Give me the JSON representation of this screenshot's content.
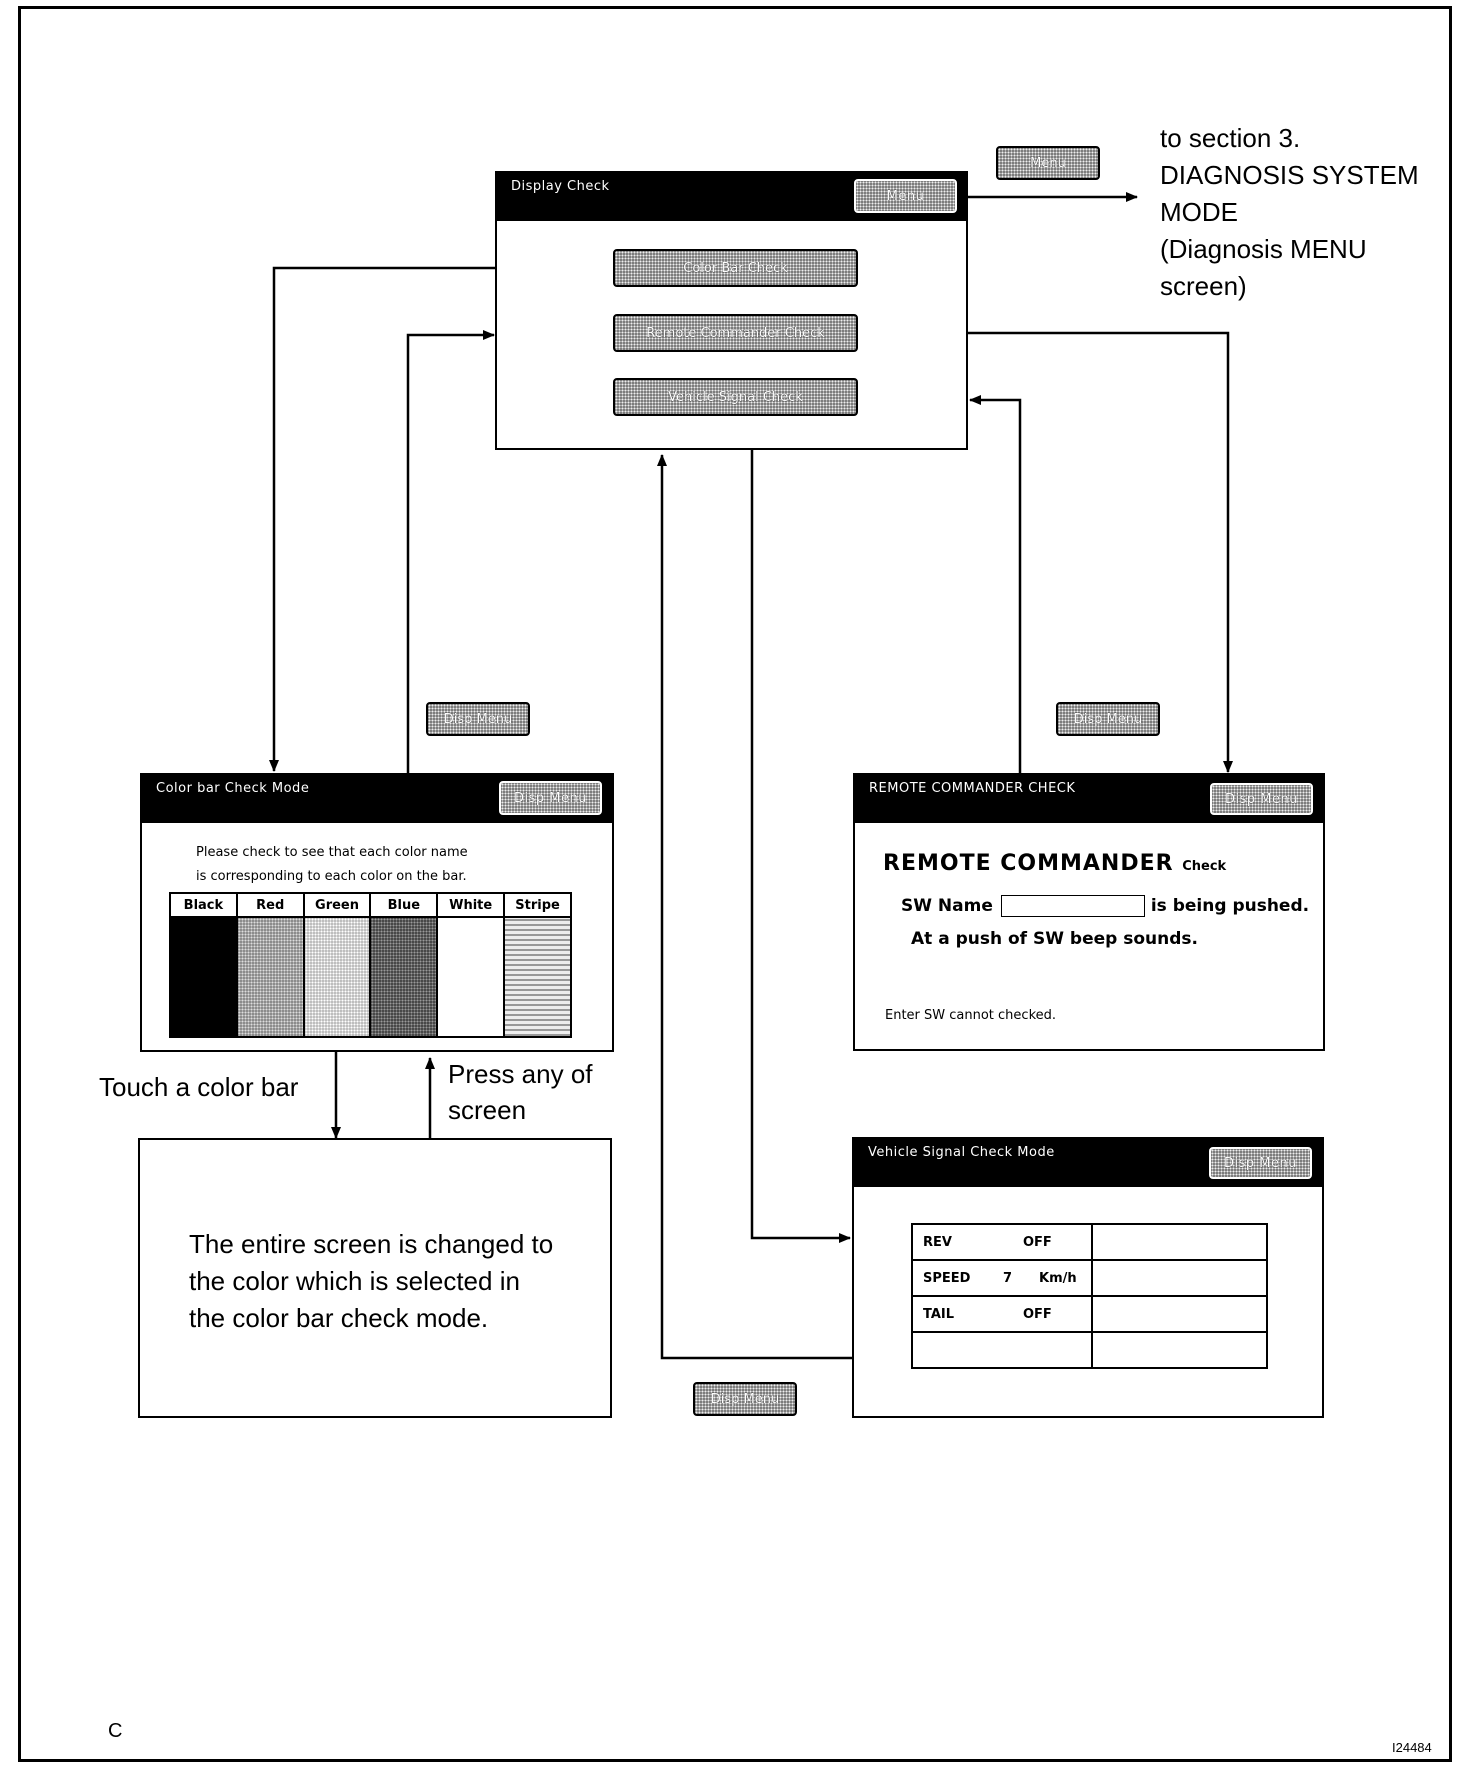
{
  "display_check": {
    "title": "Display Check",
    "menu_button": "Menu",
    "buttons": [
      "Color Bar Check",
      "Remote Commander Check",
      "Vehicle Signal Check"
    ]
  },
  "external_menu_button": "Menu",
  "section_note": [
    "to section 3.",
    "DIAGNOSIS SYSTEM",
    "MODE",
    "(Diagnosis MENU",
    "screen)"
  ],
  "disp_menu_label": "Disp Menu",
  "color_bar": {
    "title": "Color bar Check Mode",
    "button": "Disp Menu",
    "instruction_line1": "Please check to see that each color name",
    "instruction_line2": "is corresponding to each color on the bar.",
    "columns": [
      "Black",
      "Red",
      "Green",
      "Blue",
      "White",
      "Stripe"
    ]
  },
  "touch_label": "Touch a color bar",
  "press_label_line1": "Press any of",
  "press_label_line2": "screen",
  "full_screen_text": [
    "The entire screen is changed to",
    "the color which is selected in",
    "the color bar check mode."
  ],
  "remote": {
    "title": "REMOTE COMMANDER CHECK",
    "button": "Disp Menu",
    "heading": "REMOTE COMMANDER",
    "heading_suffix": "Check",
    "sw_name": "SW Name",
    "being_pushed": "is being pushed.",
    "beep_line": "At a push of SW beep sounds.",
    "enter_note": "Enter SW cannot checked."
  },
  "vehicle": {
    "title": "Vehicle Signal Check Mode",
    "button": "Disp Menu",
    "rows": [
      {
        "label": "REV",
        "value": "OFF",
        "unit": ""
      },
      {
        "label": "SPEED",
        "value": "7",
        "unit": "Km/h"
      },
      {
        "label": "TAIL",
        "value": "OFF",
        "unit": ""
      },
      {
        "label": "",
        "value": "",
        "unit": ""
      }
    ]
  },
  "corner_letter": "C",
  "figure_id": "I24484"
}
